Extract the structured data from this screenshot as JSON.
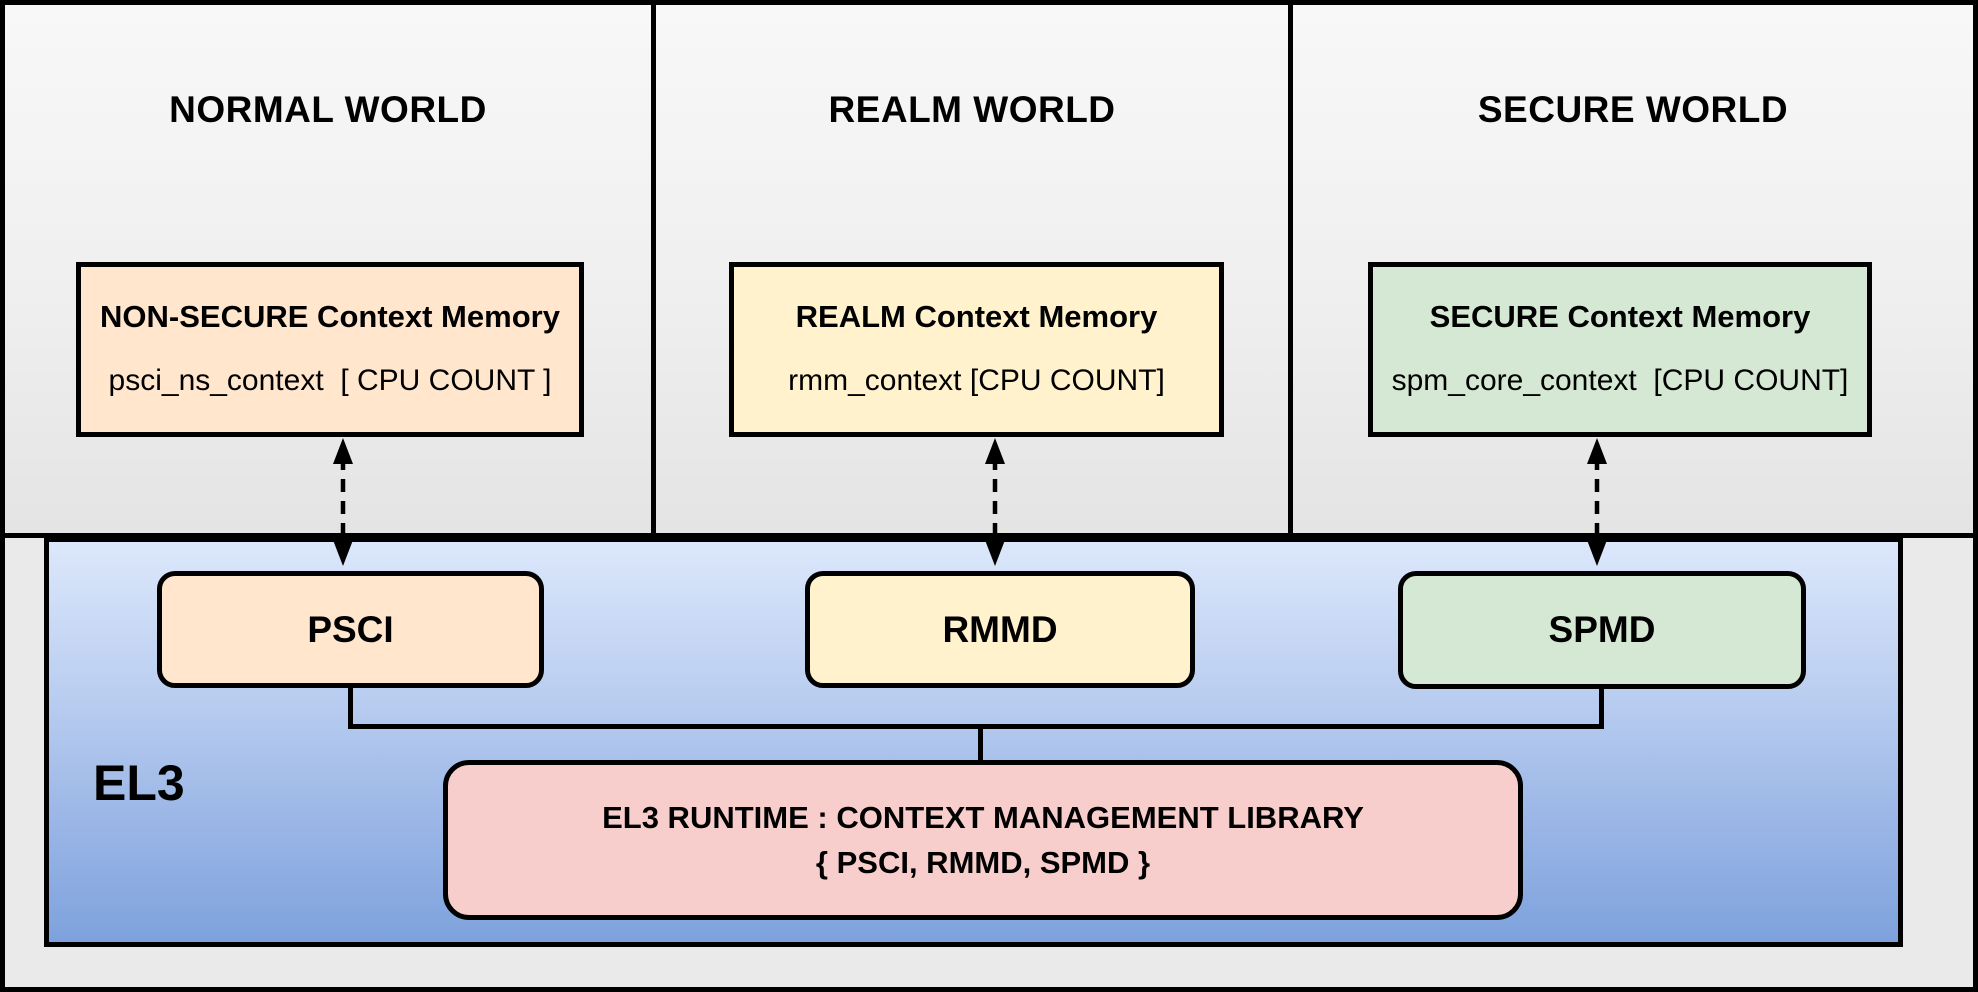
{
  "diagram": {
    "title_note": "EL3 context management architecture",
    "worlds": [
      {
        "title": "NORMAL WORLD",
        "color": "#FFE6CC",
        "context_box": {
          "title": "NON-SECURE Context Memory",
          "detail": "psci_ns_context  [ CPU COUNT ]"
        }
      },
      {
        "title": "REALM WORLD",
        "color": "#FFF2CC",
        "context_box": {
          "title": "REALM Context Memory",
          "detail": "rmm_context [CPU COUNT]"
        }
      },
      {
        "title": "SECURE WORLD",
        "color": "#D5E8D4",
        "context_box": {
          "title": "SECURE Context Memory",
          "detail": "spm_core_context  [CPU COUNT]"
        }
      }
    ],
    "el3": {
      "label": "EL3",
      "background_gradient": [
        "#DAE8FC",
        "#7EA6E0"
      ],
      "dispatchers": [
        {
          "name": "PSCI",
          "color": "#FFE6CC"
        },
        {
          "name": "RMMD",
          "color": "#FFF2CC"
        },
        {
          "name": "SPMD",
          "color": "#D5E8D4"
        }
      ],
      "library": {
        "color": "#F8CECC",
        "line1": "EL3 RUNTIME : CONTEXT MANAGEMENT LIBRARY",
        "line2": "{ PSCI, RMMD, SPMD }"
      }
    }
  }
}
